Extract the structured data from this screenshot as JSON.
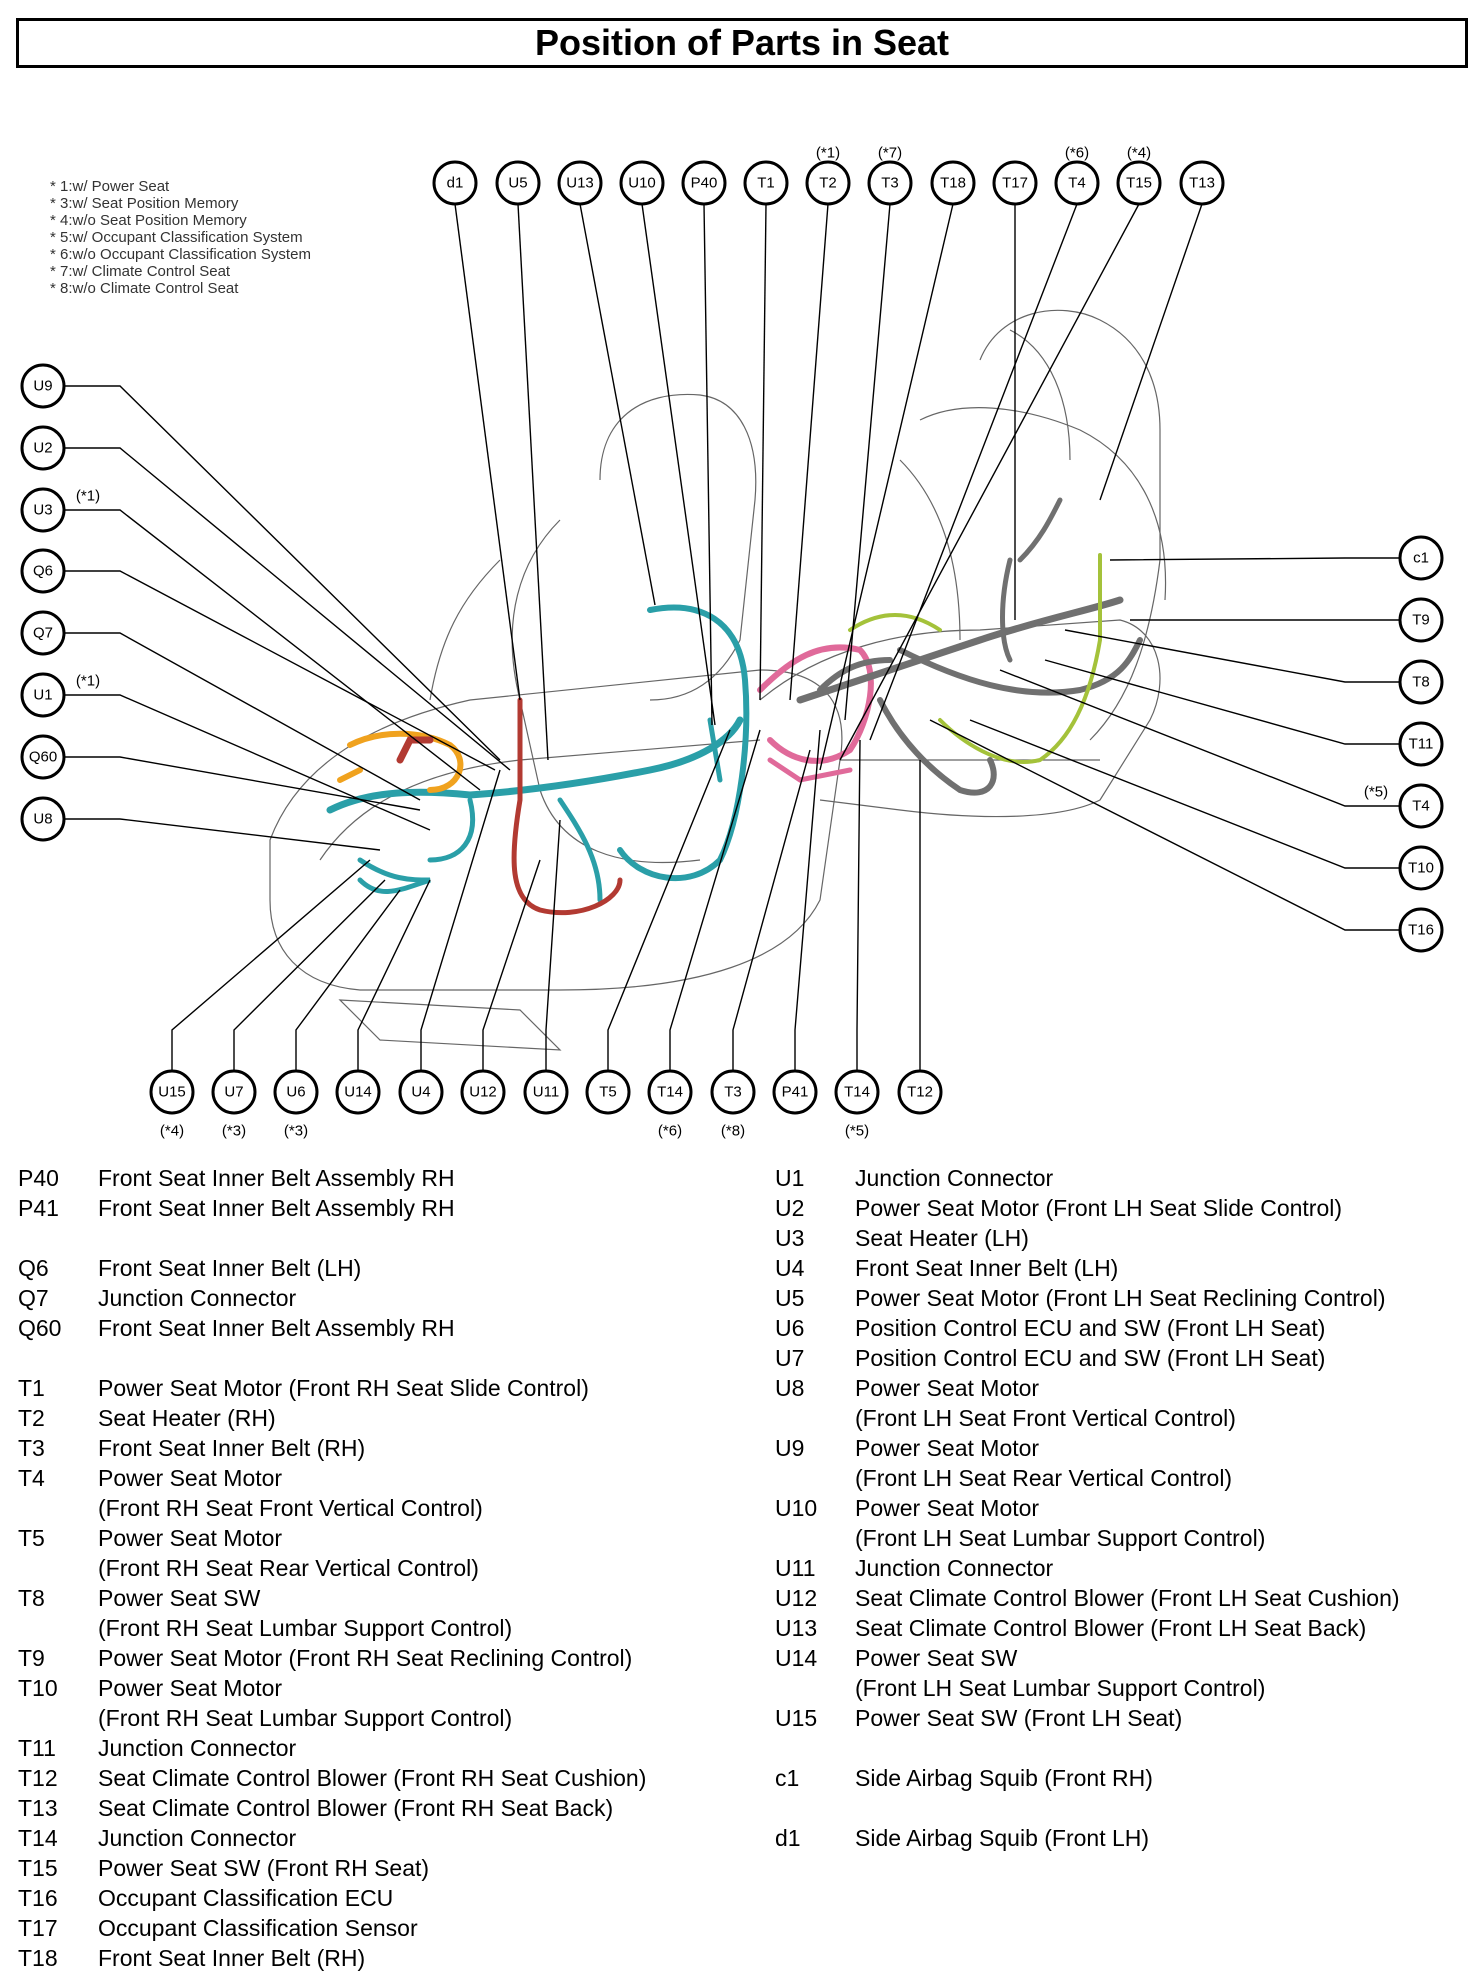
{
  "title": "Position of Parts in Seat",
  "notes": [
    "* 1:w/ Power Seat",
    "* 3:w/ Seat Position Memory",
    "* 4:w/o Seat Position Memory",
    "* 5:w/ Occupant Classification System",
    "* 6:w/o Occupant Classification System",
    "* 7:w/ Climate Control Seat",
    "* 8:w/o Climate Control Seat"
  ],
  "top_callouts": [
    {
      "id": "d1",
      "note": ""
    },
    {
      "id": "U5",
      "note": ""
    },
    {
      "id": "U13",
      "note": ""
    },
    {
      "id": "U10",
      "note": ""
    },
    {
      "id": "P40",
      "note": ""
    },
    {
      "id": "T1",
      "note": ""
    },
    {
      "id": "T2",
      "note": "(*1)"
    },
    {
      "id": "T3",
      "note": "(*7)"
    },
    {
      "id": "T18",
      "note": ""
    },
    {
      "id": "T17",
      "note": ""
    },
    {
      "id": "T4",
      "note": "(*6)"
    },
    {
      "id": "T15",
      "note": "(*4)"
    },
    {
      "id": "T13",
      "note": ""
    }
  ],
  "left_callouts": [
    {
      "id": "U9",
      "note": ""
    },
    {
      "id": "U2",
      "note": ""
    },
    {
      "id": "U3",
      "note": "(*1)"
    },
    {
      "id": "Q6",
      "note": ""
    },
    {
      "id": "Q7",
      "note": ""
    },
    {
      "id": "U1",
      "note": "(*1)"
    },
    {
      "id": "Q60",
      "note": ""
    },
    {
      "id": "U8",
      "note": ""
    }
  ],
  "right_callouts": [
    {
      "id": "c1",
      "note": ""
    },
    {
      "id": "T9",
      "note": ""
    },
    {
      "id": "T8",
      "note": ""
    },
    {
      "id": "T11",
      "note": ""
    },
    {
      "id": "T4",
      "note": "(*5)"
    },
    {
      "id": "T10",
      "note": ""
    },
    {
      "id": "T16",
      "note": ""
    }
  ],
  "bottom_callouts": [
    {
      "id": "U15",
      "note": "(*4)"
    },
    {
      "id": "U7",
      "note": "(*3)"
    },
    {
      "id": "U6",
      "note": "(*3)"
    },
    {
      "id": "U14",
      "note": ""
    },
    {
      "id": "U4",
      "note": ""
    },
    {
      "id": "U12",
      "note": ""
    },
    {
      "id": "U11",
      "note": ""
    },
    {
      "id": "T5",
      "note": ""
    },
    {
      "id": "T14",
      "note": "(*6)"
    },
    {
      "id": "T3",
      "note": "(*8)"
    },
    {
      "id": "P41",
      "note": ""
    },
    {
      "id": "T14",
      "note": "(*5)"
    },
    {
      "id": "T12",
      "note": ""
    }
  ],
  "legend_left": [
    {
      "code": "P40",
      "desc": [
        "Front Seat Inner Belt Assembly RH"
      ]
    },
    {
      "code": "P41",
      "desc": [
        "Front Seat Inner Belt Assembly RH"
      ]
    },
    {
      "gap": true
    },
    {
      "code": "Q6",
      "desc": [
        "Front Seat Inner Belt (LH)"
      ]
    },
    {
      "code": "Q7",
      "desc": [
        "Junction Connector"
      ]
    },
    {
      "code": "Q60",
      "desc": [
        "Front Seat Inner Belt Assembly RH"
      ]
    },
    {
      "gap": true
    },
    {
      "code": "T1",
      "desc": [
        "Power Seat Motor (Front RH Seat Slide Control)"
      ]
    },
    {
      "code": "T2",
      "desc": [
        "Seat Heater (RH)"
      ]
    },
    {
      "code": "T3",
      "desc": [
        "Front Seat Inner Belt (RH)"
      ]
    },
    {
      "code": "T4",
      "desc": [
        "Power Seat Motor",
        "(Front RH Seat Front Vertical Control)"
      ]
    },
    {
      "code": "T5",
      "desc": [
        "Power Seat Motor",
        "(Front RH Seat Rear Vertical Control)"
      ]
    },
    {
      "code": "T8",
      "desc": [
        "Power Seat SW",
        "(Front RH Seat Lumbar Support Control)"
      ]
    },
    {
      "code": "T9",
      "desc": [
        "Power Seat Motor (Front RH Seat Reclining Control)"
      ]
    },
    {
      "code": "T10",
      "desc": [
        "Power Seat Motor",
        "(Front RH Seat Lumbar Support Control)"
      ]
    },
    {
      "code": "T11",
      "desc": [
        "Junction Connector"
      ]
    },
    {
      "code": "T12",
      "desc": [
        "Seat Climate Control Blower (Front RH Seat Cushion)"
      ]
    },
    {
      "code": "T13",
      "desc": [
        "Seat Climate Control Blower (Front RH Seat Back)"
      ]
    },
    {
      "code": "T14",
      "desc": [
        "Junction Connector"
      ]
    },
    {
      "code": "T15",
      "desc": [
        "Power Seat SW (Front RH Seat)"
      ]
    },
    {
      "code": "T16",
      "desc": [
        "Occupant Classification ECU"
      ]
    },
    {
      "code": "T17",
      "desc": [
        "Occupant Classification Sensor"
      ]
    },
    {
      "code": "T18",
      "desc": [
        "Front Seat Inner Belt (RH)"
      ]
    }
  ],
  "legend_right": [
    {
      "code": "U1",
      "desc": [
        "Junction Connector"
      ]
    },
    {
      "code": "U2",
      "desc": [
        "Power Seat Motor (Front LH Seat Slide Control)"
      ]
    },
    {
      "code": "U3",
      "desc": [
        "Seat Heater (LH)"
      ]
    },
    {
      "code": "U4",
      "desc": [
        "Front Seat Inner Belt (LH)"
      ]
    },
    {
      "code": "U5",
      "desc": [
        "Power Seat Motor (Front LH Seat Reclining Control)"
      ]
    },
    {
      "code": "U6",
      "desc": [
        "Position Control ECU and SW (Front LH Seat)"
      ]
    },
    {
      "code": "U7",
      "desc": [
        "Position Control ECU and SW (Front LH Seat)"
      ]
    },
    {
      "code": "U8",
      "desc": [
        "Power Seat Motor",
        "(Front LH Seat Front Vertical Control)"
      ]
    },
    {
      "code": "U9",
      "desc": [
        "Power Seat Motor",
        "(Front LH Seat Rear Vertical Control)"
      ]
    },
    {
      "code": "U10",
      "desc": [
        "Power Seat Motor",
        "(Front LH Seat Lumbar Support Control)"
      ]
    },
    {
      "code": "U11",
      "desc": [
        "Junction Connector"
      ]
    },
    {
      "code": "U12",
      "desc": [
        "Seat Climate Control Blower (Front LH Seat Cushion)"
      ]
    },
    {
      "code": "U13",
      "desc": [
        "Seat Climate Control Blower (Front LH Seat Back)"
      ]
    },
    {
      "code": "U14",
      "desc": [
        "Power Seat SW",
        "(Front LH Seat Lumbar Support Control)"
      ]
    },
    {
      "code": "U15",
      "desc": [
        "Power Seat SW (Front LH Seat)"
      ]
    },
    {
      "gap": true
    },
    {
      "code": "c1",
      "desc": [
        "Side Airbag Squib (Front RH)"
      ]
    },
    {
      "gap": true
    },
    {
      "code": "d1",
      "desc": [
        "Side Airbag Squib (Front LH)"
      ]
    }
  ],
  "colors": {
    "harness_lh": "#2a9fa8",
    "harness_red": "#b23a32",
    "harness_orange": "#f0a21e",
    "harness_gray": "#707070",
    "harness_pink": "#e06a9a",
    "harness_green": "#a4c23a"
  }
}
